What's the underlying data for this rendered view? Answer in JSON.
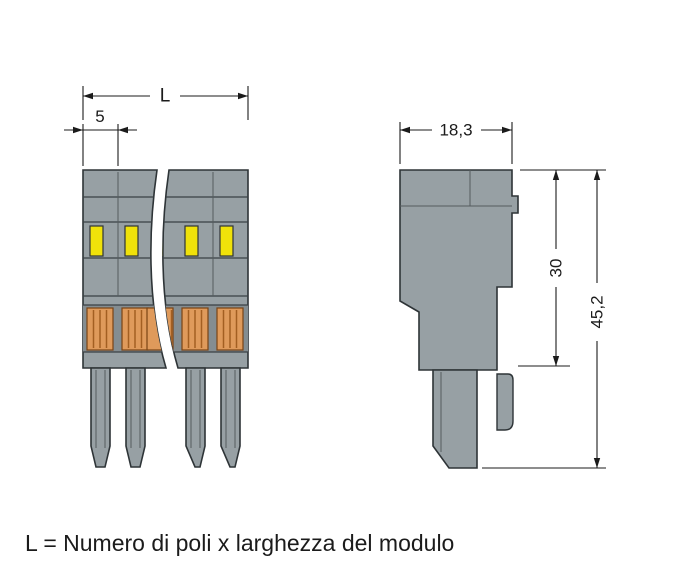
{
  "caption": "L = Numero di poli x larghezza del modulo",
  "dims": {
    "overall_width": "L",
    "pole_pitch": "5",
    "depth": "18,3",
    "upper_height": "30",
    "total_height": "45,2"
  },
  "colors": {
    "body": "#97a0a4",
    "body_dark": "#848d91",
    "lever": "#f0e20a",
    "contact": "#df9a5b",
    "contact_stripe": "#a35f22",
    "line": "#2e3437",
    "dim": "#1b1b1b",
    "background": "#ffffff"
  }
}
